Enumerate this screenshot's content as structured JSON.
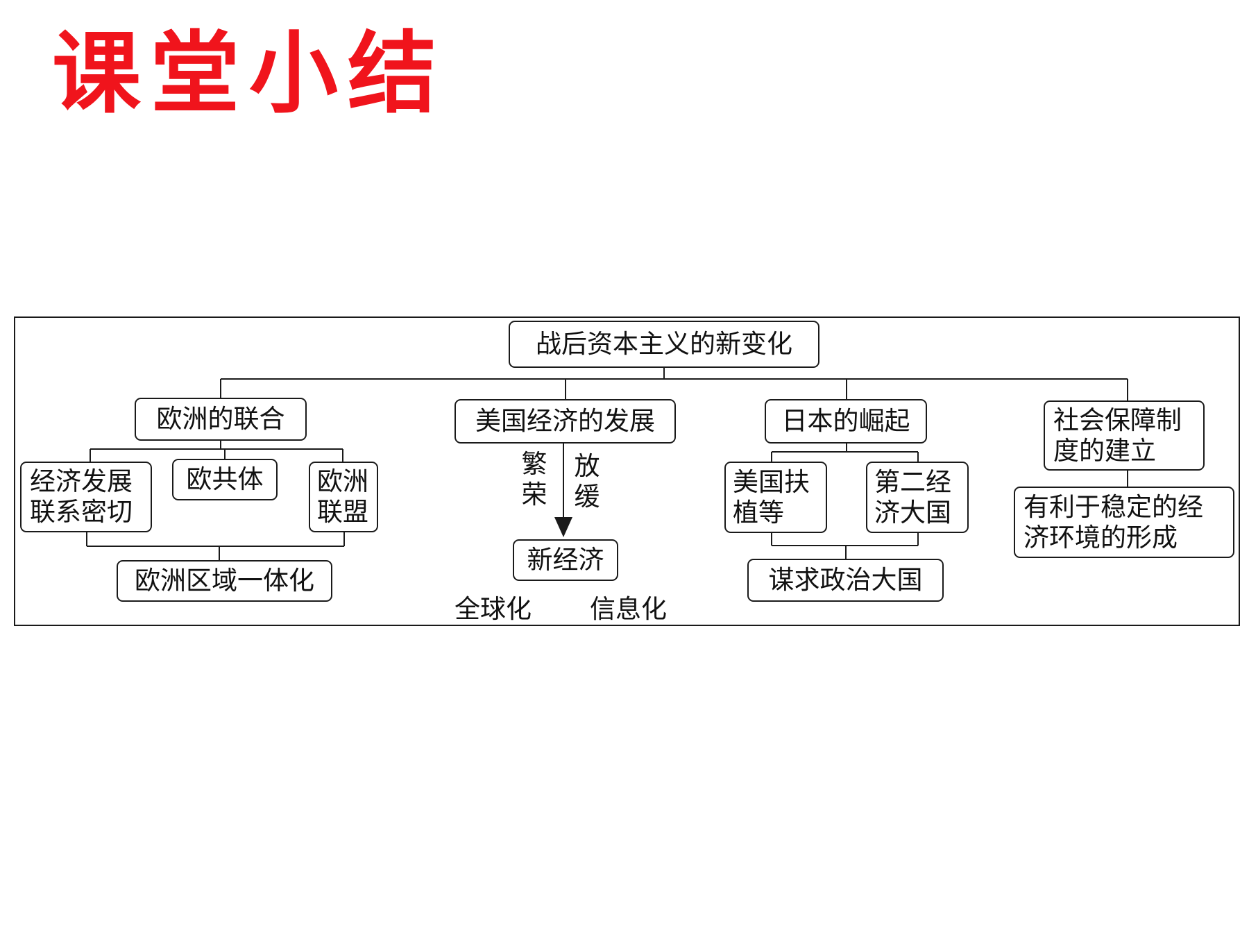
{
  "title": "课堂小结",
  "diagram": {
    "root": "战后资本主义的新变化",
    "branches": [
      {
        "label": "欧洲的联合",
        "children": [
          "经济发展联系密切",
          "欧共体",
          "欧洲联盟"
        ],
        "result": "欧洲区域一体化"
      },
      {
        "label": "美国经济的发展",
        "arrow_left": "繁荣",
        "arrow_right": "放缓",
        "result": "新经济",
        "tags": [
          "全球化",
          "信息化"
        ]
      },
      {
        "label": "日本的崛起",
        "children": [
          "美国扶植等",
          "第二经济大国"
        ],
        "result": "谋求政治大国"
      },
      {
        "label": "社会保障制度的建立",
        "result": "有利于稳定的经济环境的形成"
      }
    ]
  }
}
